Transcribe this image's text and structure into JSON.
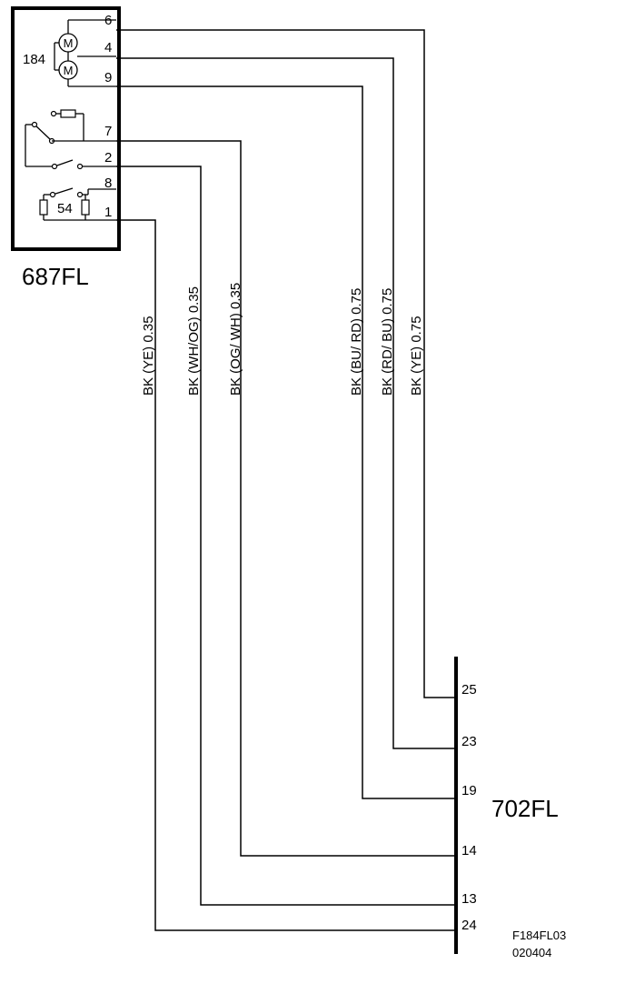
{
  "component_left": {
    "name": "687FL",
    "motor_id": "184",
    "motor_symbol": "M",
    "resistor_id": "54",
    "pins": [
      "6",
      "4",
      "9",
      "7",
      "2",
      "8",
      "1"
    ]
  },
  "component_right": {
    "name": "702FL",
    "pins": [
      "25",
      "23",
      "19",
      "14",
      "13",
      "24"
    ]
  },
  "wires": [
    {
      "from": "1",
      "to": "24",
      "label": "BK  (YE)  0.35"
    },
    {
      "from": "2",
      "to": "13",
      "label": "BK  (WH/OG)  0.35"
    },
    {
      "from": "7",
      "to": "14",
      "label": "BK  (OG/ WH)  0.35"
    },
    {
      "from": "9",
      "to": "19",
      "label": "BK  (BU/ RD)  0.75"
    },
    {
      "from": "4",
      "to": "23",
      "label": "BK  (RD/ BU)  0.75"
    },
    {
      "from": "6",
      "to": "25",
      "label": "BK  (YE) 0.75"
    }
  ],
  "footer": {
    "code": "F184FL03",
    "date": "020404"
  }
}
